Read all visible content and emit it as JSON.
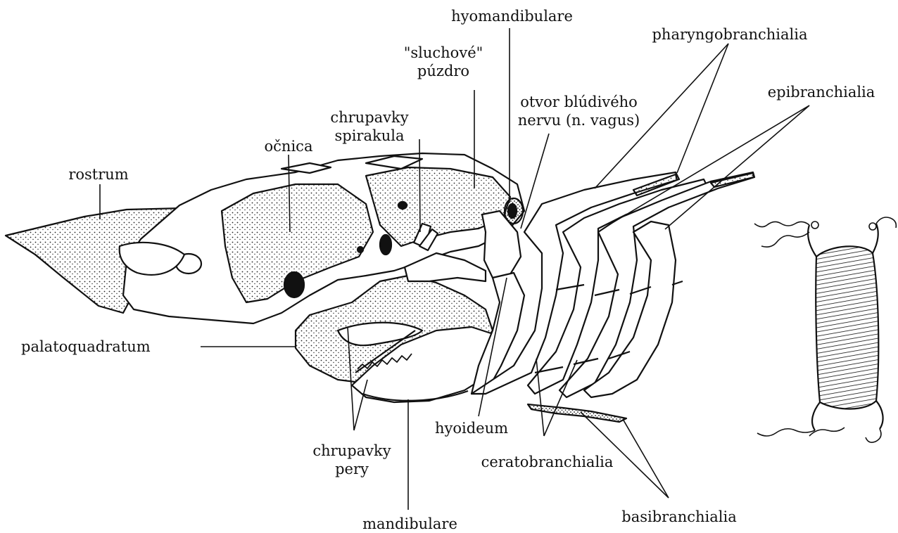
{
  "labels": {
    "hyomandibulare": "hyomandibulare",
    "pharyngobranchialia": "pharyngobranchialia",
    "sluchove_line1": "\"sluchové\"",
    "sluchove_line2": "púzdro",
    "otvor_line1": "otvor blúdivého",
    "otvor_line2": "nervu (n. vagus)",
    "epibranchialia": "epibranchialia",
    "chrupavky_spirakula_line1": "chrupavky",
    "chrupavky_spirakula_line2": "spirakula",
    "ocnica": "očnica",
    "rostrum": "rostrum",
    "palatoquadratum": "palatoquadratum",
    "hyoideum": "hyoideum",
    "chrupavky_pery_line1": "chrupavky",
    "chrupavky_pery_line2": "pery",
    "ceratobranchialia": "ceratobranchialia",
    "mandibulare": "mandibulare",
    "basibranchialia": "basibranchialia"
  }
}
